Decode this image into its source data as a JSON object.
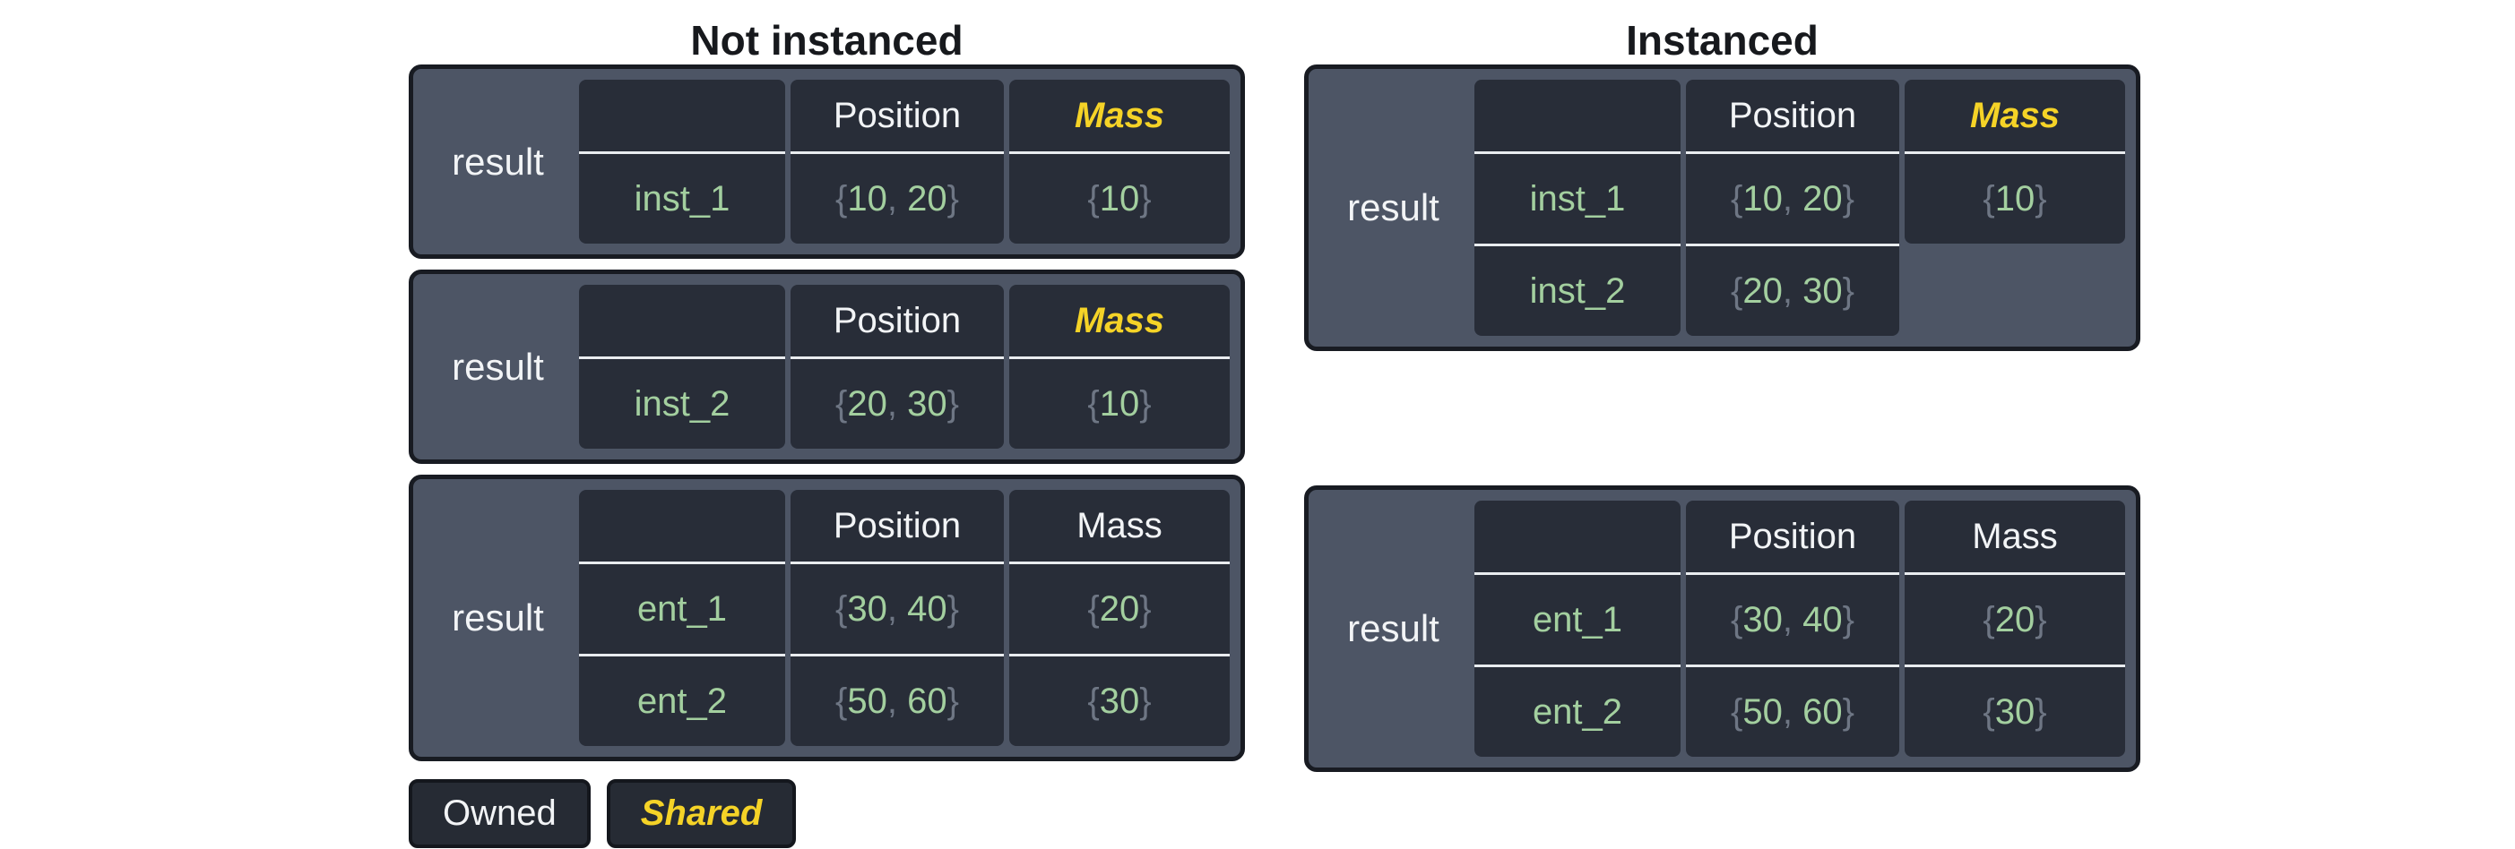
{
  "titles": {
    "not_instanced": "Not instanced",
    "instanced": "Instanced"
  },
  "legend": {
    "owned_label": "Owned",
    "shared_label": "Shared"
  },
  "colors": {
    "panel_slate": "#4d5565",
    "cell_dark": "#282d38",
    "border_dark": "#181b22",
    "value_green": "#a3cf9f",
    "brace_gray": "#6e7684",
    "shared_yellow": "#f5d327",
    "text_white": "#f2f4f6",
    "title_black": "#17191d",
    "page_background": "#ffffff"
  },
  "tables": {
    "not_instanced": [
      {
        "result": "result",
        "entity": {
          "header": "",
          "rows": [
            [
              {
                "t": "inst_1",
                "c": "g"
              }
            ]
          ]
        },
        "position": {
          "header": "Position",
          "shared": false,
          "rows": [
            [
              {
                "t": "{",
                "c": "m"
              },
              {
                "t": "10",
                "c": "g"
              },
              {
                "t": ", ",
                "c": "m"
              },
              {
                "t": "20",
                "c": "g"
              },
              {
                "t": "}",
                "c": "m"
              }
            ]
          ]
        },
        "mass": {
          "header": "Mass",
          "shared": true,
          "rows": [
            [
              {
                "t": "{",
                "c": "m"
              },
              {
                "t": "10",
                "c": "g"
              },
              {
                "t": "}",
                "c": "m"
              }
            ]
          ]
        }
      },
      {
        "result": "result",
        "entity": {
          "header": "",
          "rows": [
            [
              {
                "t": "inst_2",
                "c": "g"
              }
            ]
          ]
        },
        "position": {
          "header": "Position",
          "shared": false,
          "rows": [
            [
              {
                "t": "{",
                "c": "m"
              },
              {
                "t": "20",
                "c": "g"
              },
              {
                "t": ", ",
                "c": "m"
              },
              {
                "t": "30",
                "c": "g"
              },
              {
                "t": "}",
                "c": "m"
              }
            ]
          ]
        },
        "mass": {
          "header": "Mass",
          "shared": true,
          "rows": [
            [
              {
                "t": "{",
                "c": "m"
              },
              {
                "t": "10",
                "c": "g"
              },
              {
                "t": "}",
                "c": "m"
              }
            ]
          ]
        }
      },
      {
        "result": "result",
        "entity": {
          "header": "",
          "rows": [
            [
              {
                "t": "ent_1",
                "c": "g"
              }
            ],
            [
              {
                "t": "ent_2",
                "c": "g"
              }
            ]
          ]
        },
        "position": {
          "header": "Position",
          "shared": false,
          "rows": [
            [
              {
                "t": "{",
                "c": "m"
              },
              {
                "t": "30",
                "c": "g"
              },
              {
                "t": ", ",
                "c": "m"
              },
              {
                "t": "40",
                "c": "g"
              },
              {
                "t": "}",
                "c": "m"
              }
            ],
            [
              {
                "t": "{",
                "c": "m"
              },
              {
                "t": "50",
                "c": "g"
              },
              {
                "t": ", ",
                "c": "m"
              },
              {
                "t": "60",
                "c": "g"
              },
              {
                "t": "}",
                "c": "m"
              }
            ]
          ]
        },
        "mass": {
          "header": "Mass",
          "shared": false,
          "rows": [
            [
              {
                "t": "{",
                "c": "m"
              },
              {
                "t": "20",
                "c": "g"
              },
              {
                "t": "}",
                "c": "m"
              }
            ],
            [
              {
                "t": "{",
                "c": "m"
              },
              {
                "t": "30",
                "c": "g"
              },
              {
                "t": "}",
                "c": "m"
              }
            ]
          ]
        }
      }
    ],
    "instanced": [
      {
        "result": "result",
        "entity": {
          "header": "",
          "rows": [
            [
              {
                "t": "inst_1",
                "c": "g"
              }
            ],
            [
              {
                "t": "inst_2",
                "c": "g"
              }
            ]
          ]
        },
        "position": {
          "header": "Position",
          "shared": false,
          "rows": [
            [
              {
                "t": "{",
                "c": "m"
              },
              {
                "t": "10",
                "c": "g"
              },
              {
                "t": ", ",
                "c": "m"
              },
              {
                "t": "20",
                "c": "g"
              },
              {
                "t": "}",
                "c": "m"
              }
            ],
            [
              {
                "t": "{",
                "c": "m"
              },
              {
                "t": "20",
                "c": "g"
              },
              {
                "t": ", ",
                "c": "m"
              },
              {
                "t": "30",
                "c": "g"
              },
              {
                "t": "}",
                "c": "m"
              }
            ]
          ]
        },
        "mass": {
          "header": "Mass",
          "shared": true,
          "rows": [
            [
              {
                "t": "{",
                "c": "m"
              },
              {
                "t": "10",
                "c": "g"
              },
              {
                "t": "}",
                "c": "m"
              }
            ]
          ]
        }
      },
      {
        "result": "result",
        "entity": {
          "header": "",
          "rows": [
            [
              {
                "t": "ent_1",
                "c": "g"
              }
            ],
            [
              {
                "t": "ent_2",
                "c": "g"
              }
            ]
          ]
        },
        "position": {
          "header": "Position",
          "shared": false,
          "rows": [
            [
              {
                "t": "{",
                "c": "m"
              },
              {
                "t": "30",
                "c": "g"
              },
              {
                "t": ", ",
                "c": "m"
              },
              {
                "t": "40",
                "c": "g"
              },
              {
                "t": "}",
                "c": "m"
              }
            ],
            [
              {
                "t": "{",
                "c": "m"
              },
              {
                "t": "50",
                "c": "g"
              },
              {
                "t": ", ",
                "c": "m"
              },
              {
                "t": "60",
                "c": "g"
              },
              {
                "t": "}",
                "c": "m"
              }
            ]
          ]
        },
        "mass": {
          "header": "Mass",
          "shared": false,
          "rows": [
            [
              {
                "t": "{",
                "c": "m"
              },
              {
                "t": "20",
                "c": "g"
              },
              {
                "t": "}",
                "c": "m"
              }
            ],
            [
              {
                "t": "{",
                "c": "m"
              },
              {
                "t": "30",
                "c": "g"
              },
              {
                "t": "}",
                "c": "m"
              }
            ]
          ]
        }
      }
    ]
  }
}
